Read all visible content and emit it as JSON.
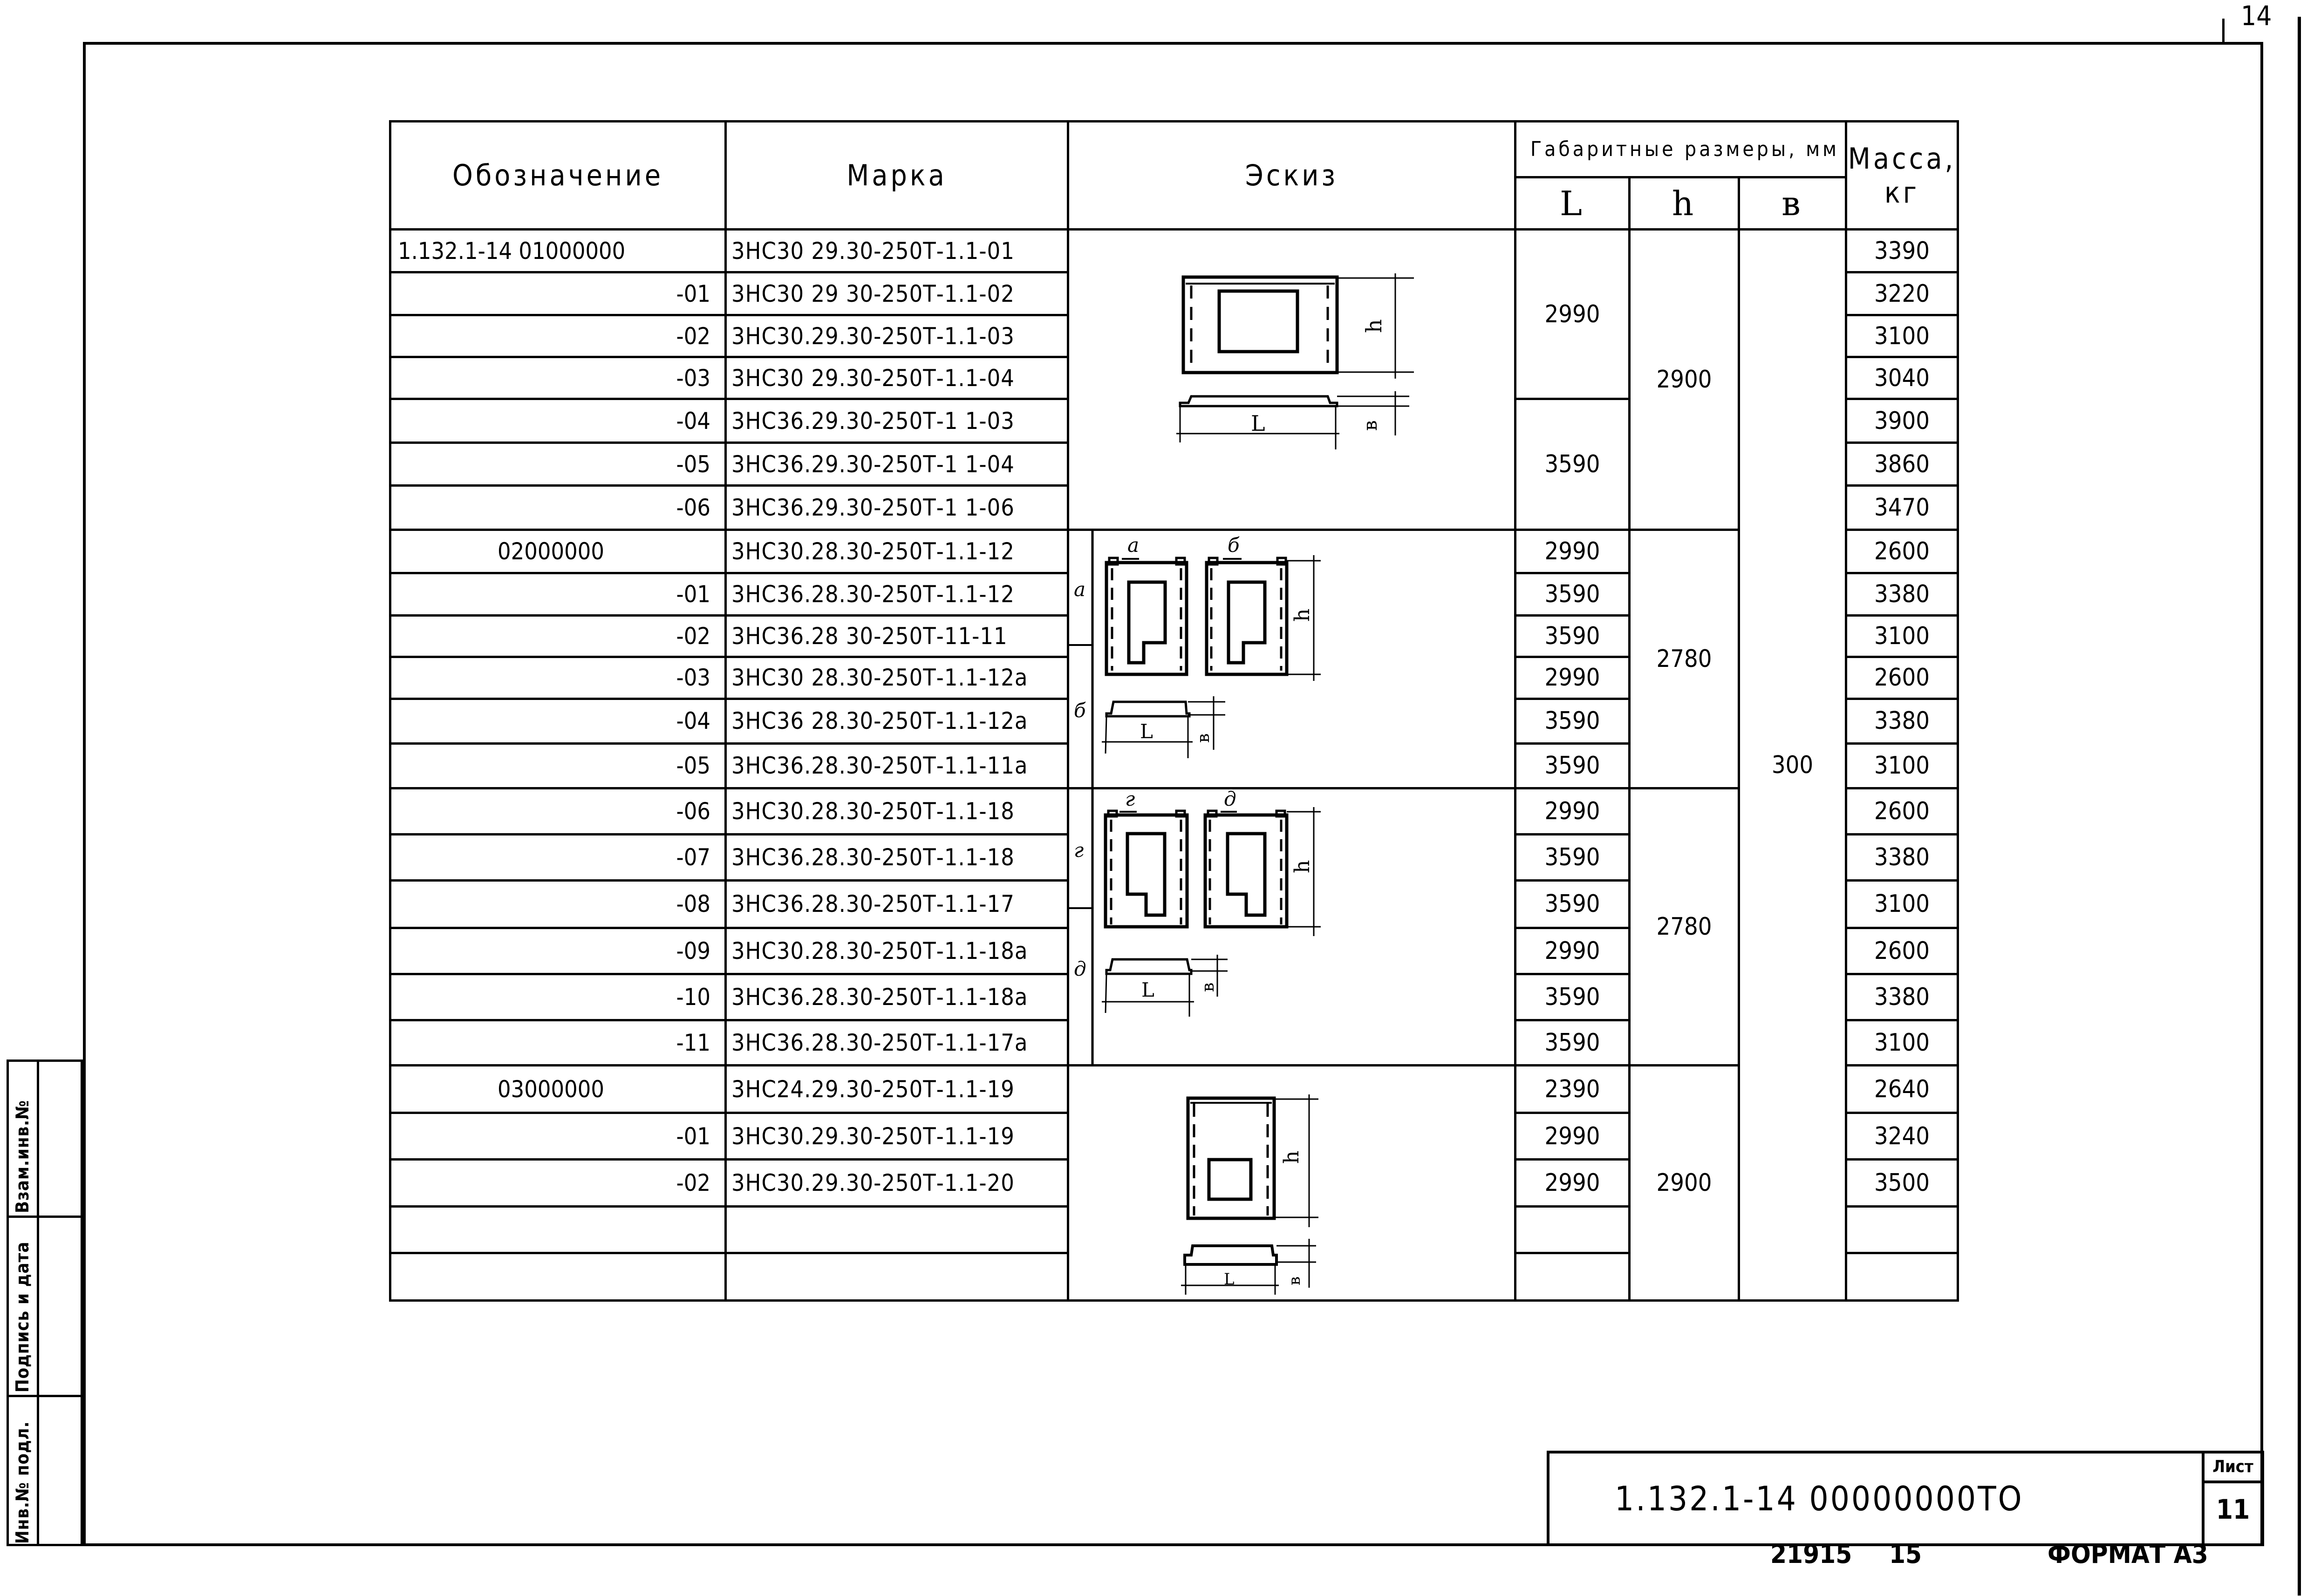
{
  "page_number": "14",
  "table": {
    "headers": {
      "designation": "Обозначение",
      "mark": "Марка",
      "sketch": "Эскиз",
      "dimensions": "Габаритные размеры, мм",
      "dim_L": "L",
      "dim_h": "h",
      "dim_b": "в",
      "mass": "Масса, кг"
    },
    "rows": [
      {
        "designation": "1.132.1-14 01000000",
        "mark": "3НС30 29.30-250Т-1.1-01",
        "mass": "3390"
      },
      {
        "designation": "-01",
        "mark": "3НС30 29 30-250Т-1.1-02",
        "mass": "3220"
      },
      {
        "designation": "-02",
        "mark": "3НС30.29.30-250Т-1.1-03",
        "mass": "3100"
      },
      {
        "designation": "-03",
        "mark": "3НС30 29.30-250Т-1.1-04",
        "mass": "3040"
      },
      {
        "designation": "-04",
        "mark": "3НС36.29.30-250Т-1 1-03",
        "mass": "3900"
      },
      {
        "designation": "-05",
        "mark": "3НС36.29.30-250Т-1 1-04",
        "mass": "3860"
      },
      {
        "designation": "-06",
        "mark": "3НС36.29.30-250Т-1 1-06",
        "mass": "3470"
      },
      {
        "designation": "02000000",
        "mark": "3НС30.28.30-250Т-1.1-12",
        "L": "2990",
        "mass": "2600"
      },
      {
        "designation": "-01",
        "mark": "3НС36.28.30-250Т-1.1-12",
        "L": "3590",
        "mass": "3380"
      },
      {
        "designation": "-02",
        "mark": "3НС36.28 30-250Т-11-11",
        "L": "3590",
        "mass": "3100"
      },
      {
        "designation": "-03",
        "mark": "3НС30 28.30-250Т-1.1-12а",
        "L": "2990",
        "mass": "2600"
      },
      {
        "designation": "-04",
        "mark": "3НС36 28.30-250Т-1.1-12а",
        "L": "3590",
        "mass": "3380"
      },
      {
        "designation": "-05",
        "mark": "3НС36.28.30-250Т-1.1-11а",
        "L": "3590",
        "mass": "3100"
      },
      {
        "designation": "-06",
        "mark": "3НС30.28.30-250Т-1.1-18",
        "L": "2990",
        "mass": "2600"
      },
      {
        "designation": "-07",
        "mark": "3НС36.28.30-250Т-1.1-18",
        "L": "3590",
        "mass": "3380"
      },
      {
        "designation": "-08",
        "mark": "3НС36.28.30-250Т-1.1-17",
        "L": "3590",
        "mass": "3100"
      },
      {
        "designation": "-09",
        "mark": "3НС30.28.30-250Т-1.1-18а",
        "L": "2990",
        "mass": "2600"
      },
      {
        "designation": "-10",
        "mark": "3НС36.28.30-250Т-1.1-18а",
        "L": "3590",
        "mass": "3380"
      },
      {
        "designation": "-11",
        "mark": "3НС36.28.30-250Т-1.1-17а",
        "L": "3590",
        "mass": "3100"
      },
      {
        "designation": "03000000",
        "mark": "3НС24.29.30-250Т-1.1-19",
        "L": "2390",
        "mass": "2640"
      },
      {
        "designation": "-01",
        "mark": "3НС30.29.30-250Т-1.1-19",
        "L": "2990",
        "mass": "3240"
      },
      {
        "designation": "-02",
        "mark": "3НС30.29.30-250Т-1.1-20",
        "L": "2990",
        "mass": "3500"
      },
      {
        "designation": "",
        "mark": "",
        "L": "",
        "mass": ""
      },
      {
        "designation": "",
        "mark": "",
        "L": "",
        "mass": ""
      }
    ],
    "merged": {
      "L_group1_a": "2990",
      "L_group1_b": "3590",
      "h_group1": "2900",
      "h_group2": "2780",
      "h_group3": "2780",
      "h_group4": "2900",
      "b_all": "300"
    },
    "sketch_labels": {
      "h": "h",
      "L": "L",
      "b": "в",
      "variant_a": "а",
      "variant_b": "б",
      "variant_g": "г",
      "variant_d": "д"
    }
  },
  "stamp": {
    "inv_podl": "Инв.№ подл.",
    "podpis_data": "Подпись и дата",
    "vzam_inv": "Взам.инв.№"
  },
  "title_block": {
    "code": "1.132.1-14 00000000ТО",
    "sheet_label": "Лист",
    "sheet_number": "11"
  },
  "footer": {
    "order_number": "21915",
    "copy_number": "15",
    "format": "ФОРМАТ А3"
  }
}
